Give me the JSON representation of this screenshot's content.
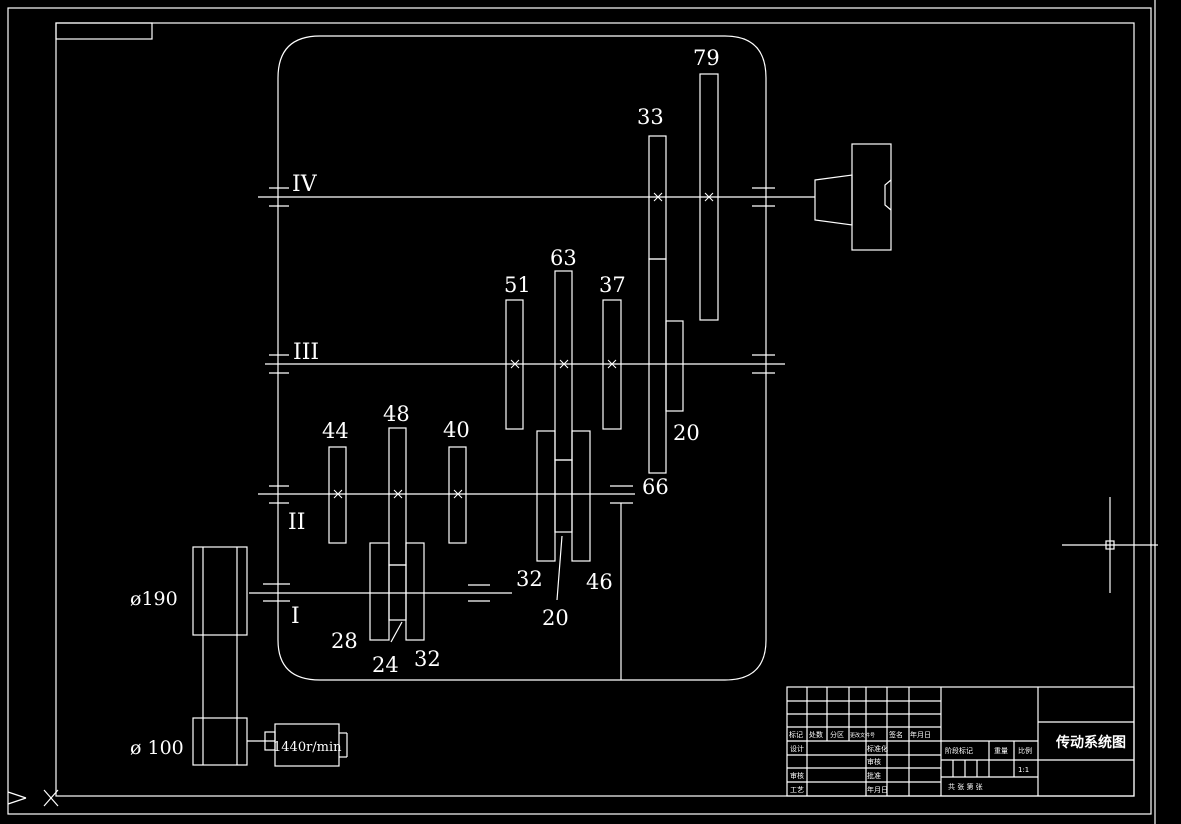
{
  "drawing": {
    "title": "传动系统图",
    "shafts": {
      "I": "I",
      "II": "II",
      "III": "III",
      "IV": "IV"
    },
    "gears": {
      "g79": "79",
      "g33": "33",
      "g63": "63",
      "g51": "51",
      "g37": "37",
      "g20a": "20",
      "g66": "66",
      "g48": "48",
      "g44": "44",
      "g40": "40",
      "g32a": "32",
      "g46": "46",
      "g20b": "20",
      "g28": "28",
      "g24": "24",
      "g32b": "32"
    },
    "pulleys": {
      "large": "ø190",
      "small": "ø 100"
    },
    "motor": {
      "speed": "1440r/min"
    }
  },
  "title_block": {
    "row_labels": {
      "mark": "标记",
      "count": "处数",
      "zone": "分区",
      "change_doc": "更改文件号",
      "sign": "签名",
      "date": "年月日",
      "design": "设计",
      "standard": "标准化",
      "check": "审核",
      "process": "工艺",
      "approve": "批准",
      "review": "审核"
    },
    "right_labels": {
      "stage_mark": "阶段标记",
      "weight": "重量",
      "ratio": "比例",
      "sheets": "共  张  第  张",
      "scale": "1:1"
    }
  }
}
